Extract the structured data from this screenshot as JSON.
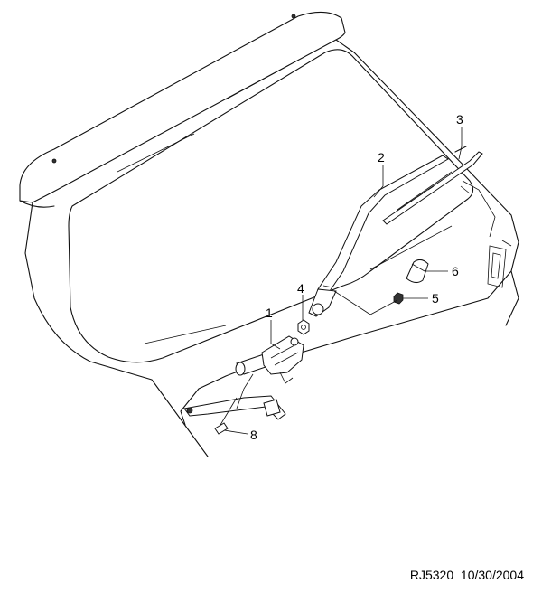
{
  "callouts": [
    {
      "id": "1",
      "label": "1"
    },
    {
      "id": "2",
      "label": "2"
    },
    {
      "id": "3",
      "label": "3"
    },
    {
      "id": "4",
      "label": "4"
    },
    {
      "id": "5",
      "label": "5"
    },
    {
      "id": "6",
      "label": "6"
    },
    {
      "id": "8",
      "label": "8"
    }
  ],
  "caption": {
    "code": "RJ5320",
    "date": "10/30/2004"
  }
}
